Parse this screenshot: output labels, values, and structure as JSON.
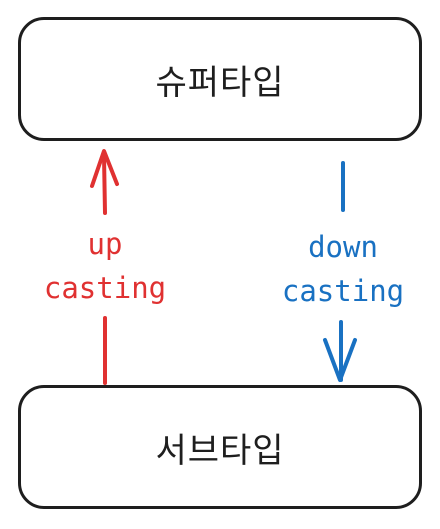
{
  "nodes": {
    "supertype": {
      "label": "슈퍼타입"
    },
    "subtype": {
      "label": "서브타입"
    }
  },
  "edges": {
    "upcasting": {
      "line1": "up",
      "line2": "casting",
      "color": "#e03131",
      "direction": "subtype-to-supertype"
    },
    "downcasting": {
      "line1": "down",
      "line2": "casting",
      "color": "#1971c2",
      "direction": "supertype-to-subtype"
    }
  }
}
